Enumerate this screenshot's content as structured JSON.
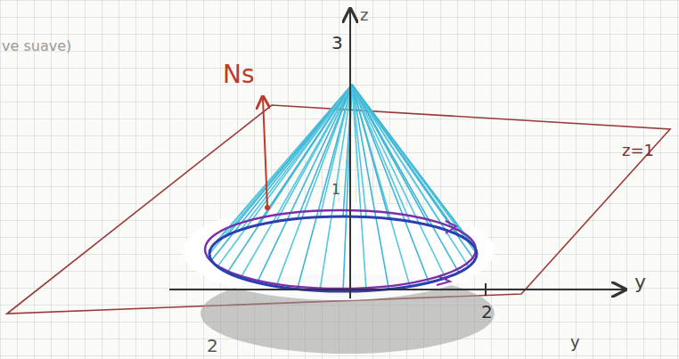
{
  "diagram": {
    "labels": [
      "ve suave)",
      "z",
      "3",
      "Ns",
      "z=1",
      "1",
      "y",
      "2",
      "2",
      "y"
    ]
  }
}
